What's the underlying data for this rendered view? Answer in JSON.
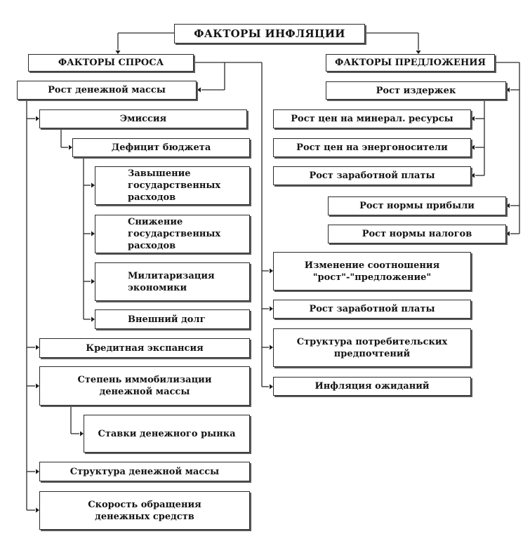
{
  "diagram": {
    "title": "ФАКТОРЫ ИНФЛЯЦИИ",
    "demand": {
      "header": "ФАКТОРЫ СПРОСА",
      "money_growth": "Рост денежной массы",
      "emission": "Эмиссия",
      "budget_deficit": "Дефицит бюджета",
      "overstated_gov_spending": "Завышение\nгосударственных\nрасходов",
      "reduced_gov_spending": "Снижение\nгосударственных\nрасходов",
      "militarization": "Милитаризация\nэкономики",
      "external_debt": "Внешний долг",
      "credit_expansion": "Кредитная экспансия",
      "immobilization": "Степень иммобилизации\nденежной массы",
      "money_market_rates": "Ставки денежного рынка",
      "money_structure": "Структура денежной массы",
      "money_velocity": "Скорость обращения\nденежных средств"
    },
    "supply": {
      "header": "ФАКТОРЫ ПРЕДЛОЖЕНИЯ",
      "cost_growth": "Рост издержек",
      "mineral_prices": "Рост цен на минерал. ресурсы",
      "energy_prices": "Рост цен на энергоносители",
      "wage_growth": "Рост заработной платы",
      "profit_norm": "Рост нормы прибыли",
      "tax_norm": "Рост нормы налогов"
    },
    "common": {
      "ratio_change": "Изменение соотношения\n\"рост\"-\"предложение\"",
      "wage_growth": "Рост заработной платы",
      "consumer_structure": "Структура потребительских\nпредпочтений",
      "expected_inflation": "Инфляция ожиданий"
    }
  }
}
